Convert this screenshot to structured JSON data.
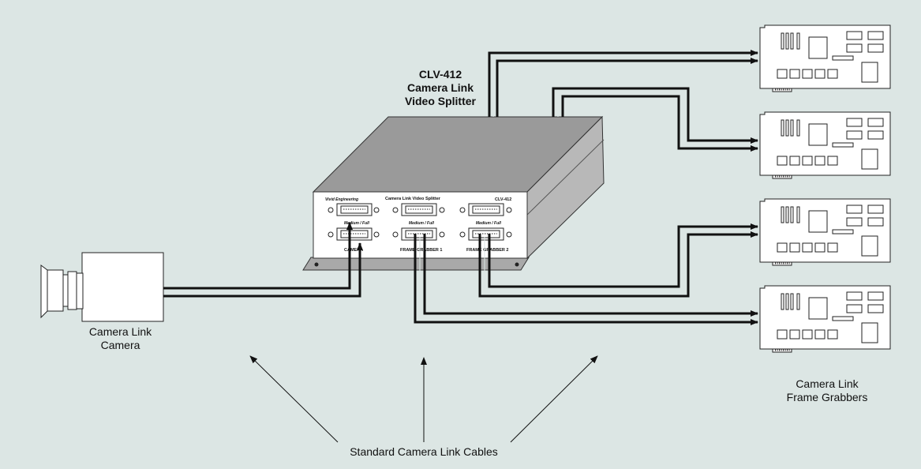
{
  "splitter": {
    "title_line1": "CLV-412",
    "title_line2": "Camera Link",
    "title_line3": "Video Splitter",
    "panel": {
      "brand": "Vivid Engineering",
      "name": "Camera Link Video Splitter",
      "model": "CLV-412",
      "connector_label_1": "Medium / Full",
      "connector_label_2": "Medium / Full",
      "connector_label_3": "Medium / Full",
      "port_label_camera": "CAMERA",
      "port_label_fg1": "FRAME GRABBER 1",
      "port_label_fg2": "FRAME GRABBER 2"
    }
  },
  "camera": {
    "label_line1": "Camera Link",
    "label_line2": "Camera"
  },
  "frame_grabbers": {
    "label_line1": "Camera Link",
    "label_line2": "Frame Grabbers"
  },
  "cables": {
    "label": "Standard Camera Link Cables"
  },
  "colors": {
    "background": "#dce6e4",
    "cable": "#111111",
    "device_top": "#9c9c9c",
    "device_side": "#b9b9b9",
    "panel": "#ffffff"
  }
}
